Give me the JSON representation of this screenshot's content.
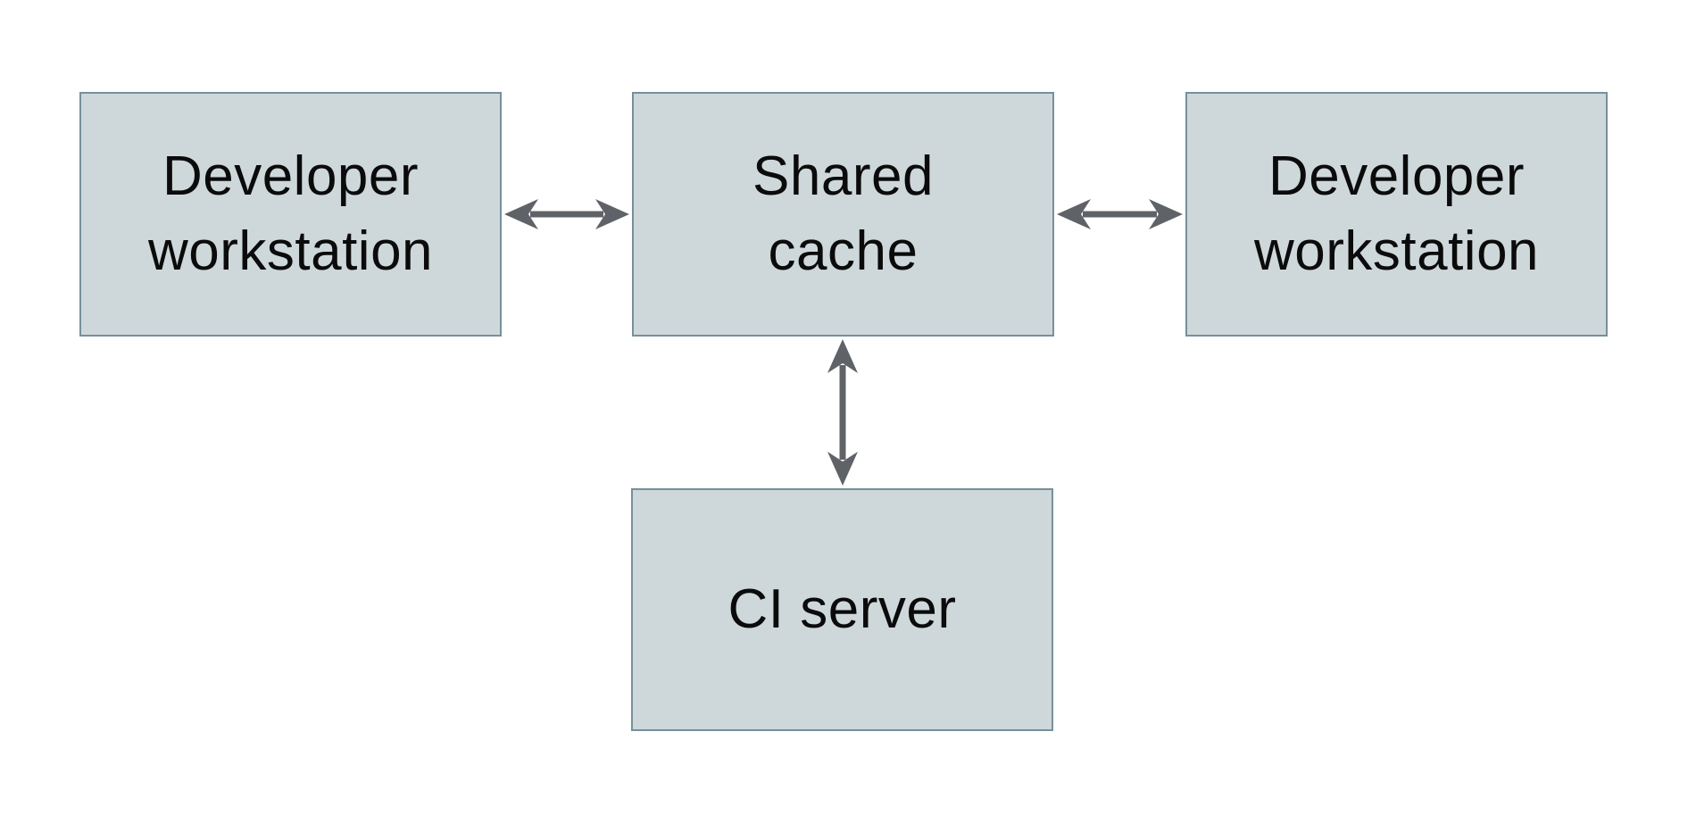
{
  "colors": {
    "background": "#ffffff",
    "box_fill": "#ced8db",
    "box_border": "#76909b",
    "arrow": "#5f6368",
    "text": "#0b0b0b"
  },
  "diagram": {
    "type": "architecture-diagram",
    "nodes": [
      {
        "id": "developer-workstation-left",
        "label": "Developer\nworkstation"
      },
      {
        "id": "shared-cache",
        "label": "Shared\ncache"
      },
      {
        "id": "developer-workstation-right",
        "label": "Developer\nworkstation"
      },
      {
        "id": "ci-server",
        "label": "CI server"
      }
    ],
    "edges": [
      {
        "from": "developer-workstation-left",
        "to": "shared-cache",
        "style": "bidirectional-arrow"
      },
      {
        "from": "developer-workstation-right",
        "to": "shared-cache",
        "style": "bidirectional-arrow"
      },
      {
        "from": "ci-server",
        "to": "shared-cache",
        "style": "bidirectional-arrow"
      }
    ]
  }
}
